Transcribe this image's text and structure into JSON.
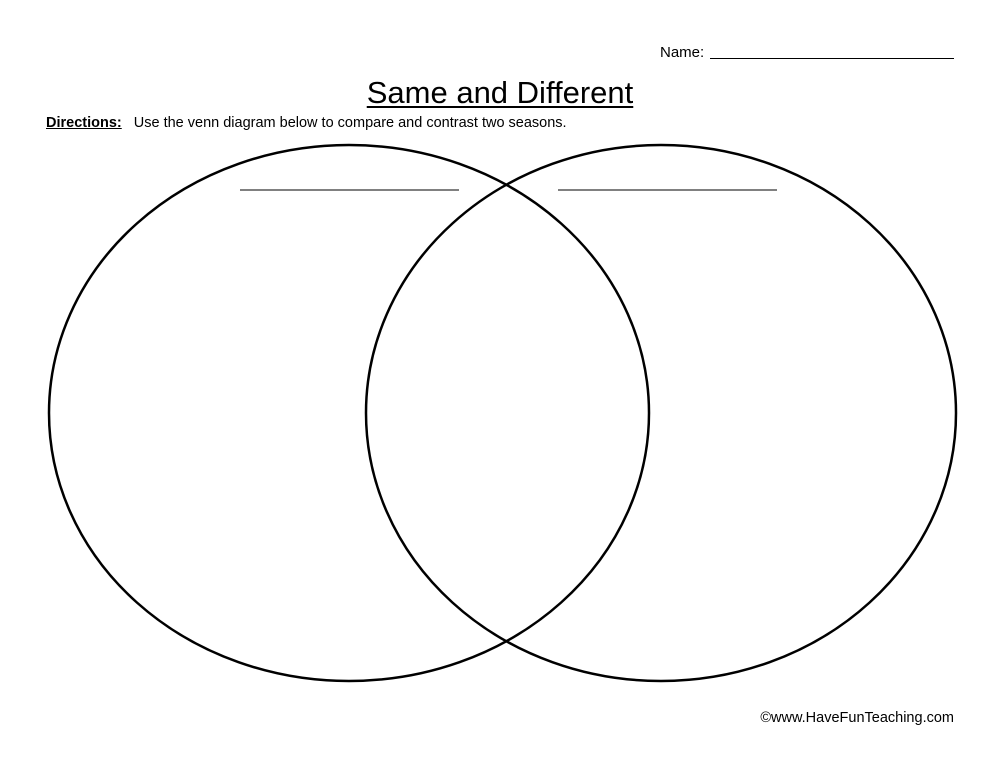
{
  "header": {
    "name_label": "Name:"
  },
  "title": "Same and Different",
  "directions": {
    "label": "Directions:",
    "text": "Use the venn diagram below to compare and contrast two seasons."
  },
  "diagram": {
    "type": "venn",
    "circles": 2,
    "circle_labels": [
      "",
      ""
    ]
  },
  "footer": {
    "copyright": "©www.HaveFunTeaching.com"
  }
}
